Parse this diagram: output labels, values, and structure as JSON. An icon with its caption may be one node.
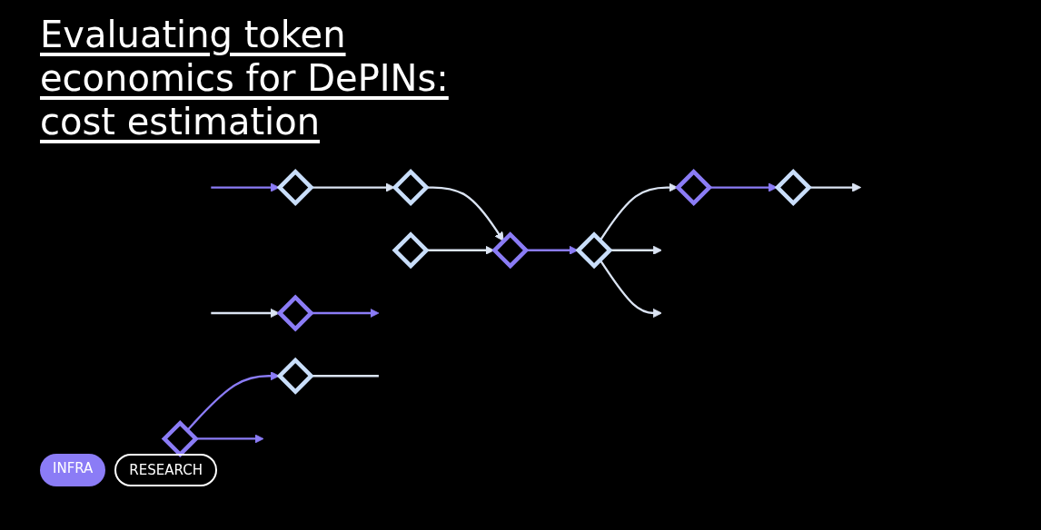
{
  "diagram": {
    "title": "Evaluating token economics for DePINs: cost estimation",
    "nodes": [
      {
        "text": [],
        "shape": "diamond"
      },
      {
        "text": [],
        "shape": "diamond"
      },
      {
        "text": [],
        "shape": "diamond"
      },
      {
        "text": [],
        "shape": "diamond"
      },
      {
        "text": [],
        "shape": "diamond"
      },
      {
        "text": [],
        "shape": "diamond"
      },
      {
        "text": [],
        "shape": "diamond"
      },
      {
        "text": [],
        "shape": "diamond"
      },
      {
        "text": [],
        "shape": "diamond"
      },
      {
        "text": [],
        "shape": "diamond"
      }
    ],
    "edges": [
      {
        "from": null,
        "to": 0,
        "arrow": "to",
        "color": "#8b7cf6"
      },
      {
        "from": 0,
        "to": 3,
        "arrow": "to"
      },
      {
        "from": 3,
        "to": 2,
        "arrow": "to"
      },
      {
        "from": 1,
        "to": 2,
        "arrow": "to"
      },
      {
        "from": 2,
        "to": 4,
        "arrow": "to",
        "color": "#8b7cf6"
      },
      {
        "from": 4,
        "to": null,
        "arrow": "to"
      },
      {
        "from": 4,
        "to": 6,
        "arrow": "to"
      },
      {
        "from": 4,
        "to": null,
        "arrow": "to"
      },
      {
        "from": 6,
        "to": 5,
        "arrow": "to",
        "color": "#8b7cf6"
      },
      {
        "from": 5,
        "to": null,
        "arrow": "to"
      },
      {
        "from": 8,
        "to": null,
        "arrow": "to",
        "color": "#8b7cf6"
      },
      {
        "from": 8,
        "to": 9,
        "arrow": "to",
        "color": "#8b7cf6"
      },
      {
        "from": 7,
        "to": null,
        "arrow": "to",
        "color": "#8b7cf6"
      },
      {
        "from": null,
        "to": 7,
        "arrow": "to"
      },
      {
        "from": 9,
        "to": null,
        "arrow": "none"
      }
    ],
    "labels": [
      "INFRA",
      "RESEARCH"
    ]
  }
}
